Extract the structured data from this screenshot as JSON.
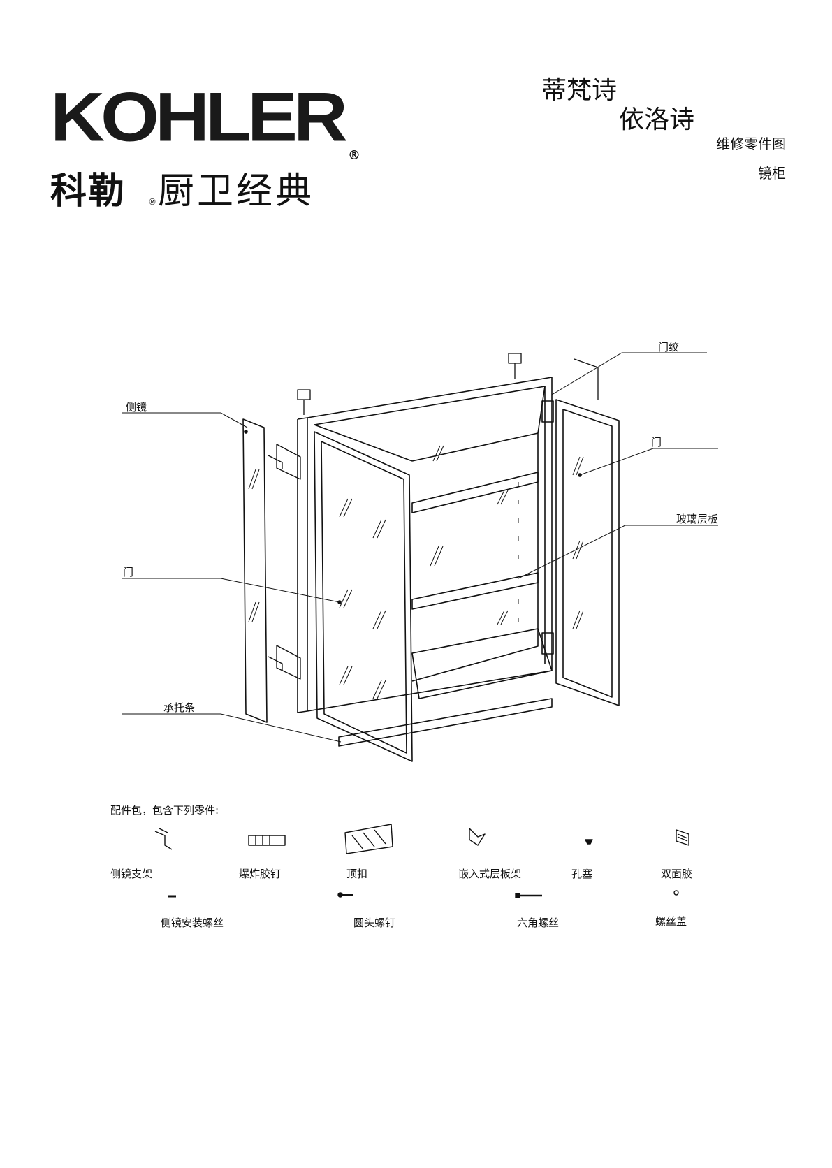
{
  "logo": {
    "wordmark": "KOHLER",
    "registered": "®",
    "cn_bold": "科勒",
    "cn_registered": "®",
    "cn_light": "厨卫经典"
  },
  "header": {
    "title_line1": "蒂梵诗",
    "title_line2": "依洛诗",
    "subtitle": "维修零件图",
    "product": "镜柜"
  },
  "callouts": {
    "door_hinge": "门绞",
    "side_mirror": "侧镜",
    "door_right": "门",
    "glass_shelf": "玻璃层板",
    "door_left": "门",
    "support_strip": "承托条"
  },
  "accessories": {
    "heading": "配件包，包含下列零件:",
    "row1": [
      "侧镜支架",
      "爆炸胶钉",
      "顶扣",
      "嵌入式层板架",
      "孔塞",
      "双面胶"
    ],
    "row2": [
      "侧镜安装螺丝",
      "圆头螺钉",
      "六角螺丝",
      "螺丝盖"
    ]
  },
  "colors": {
    "ink": "#111111",
    "paper": "#ffffff"
  }
}
